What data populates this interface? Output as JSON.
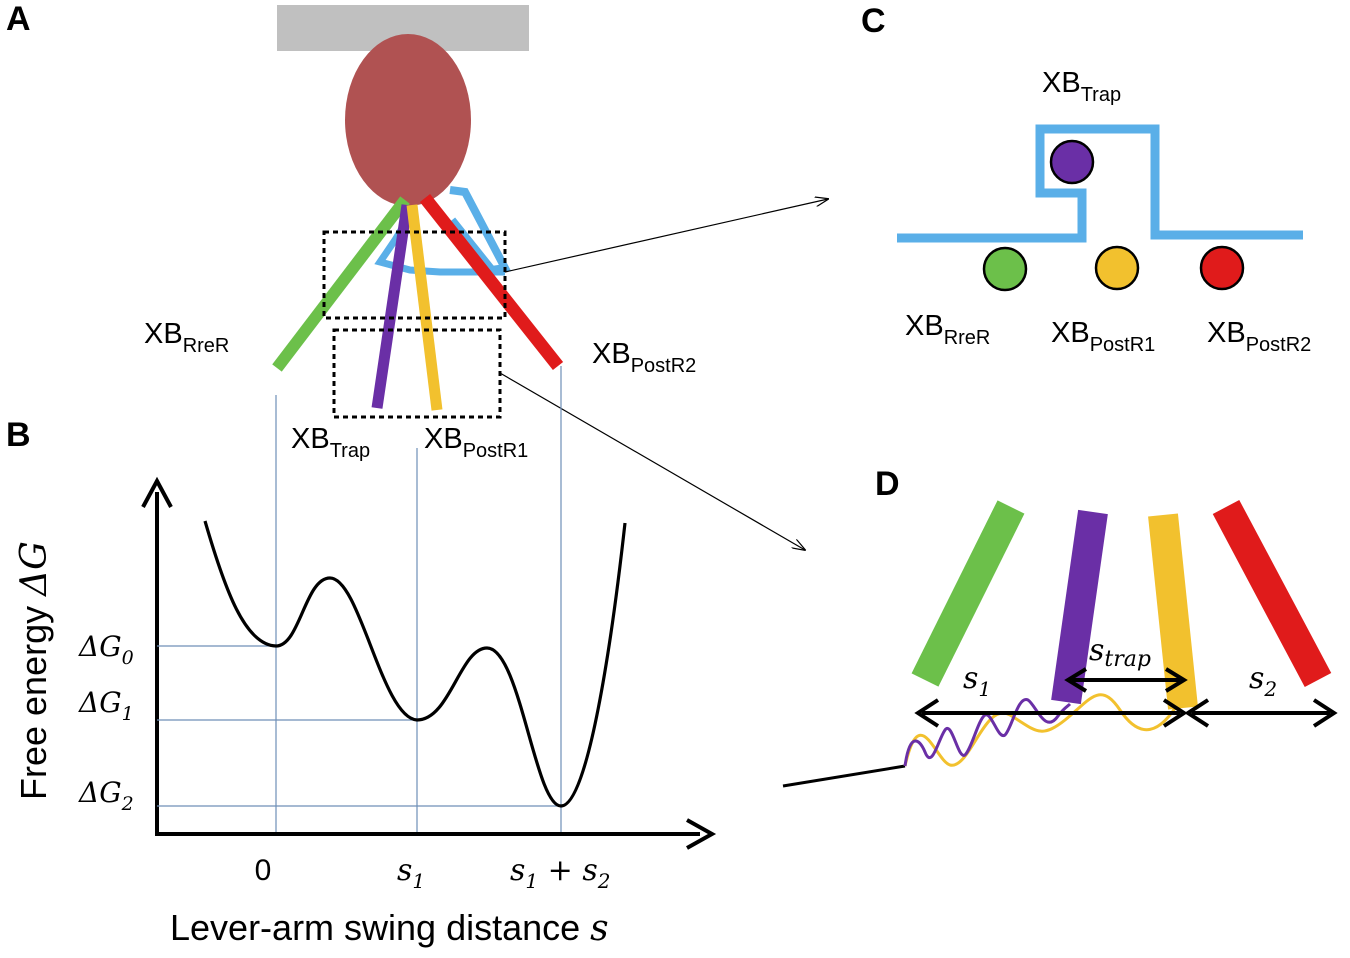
{
  "panels": {
    "a": "A",
    "b": "B",
    "c": "C",
    "d": "D"
  },
  "labels": {
    "xb": "XB",
    "rrer": "RreR",
    "trap": "Trap",
    "postr1": "PostR1",
    "postr2": "PostR2"
  },
  "energy_plot": {
    "ylabel_prefix": "Free energy ",
    "ylabel_symbol": "ΔG",
    "xlabel_prefix": "Lever-arm swing distance ",
    "xlabel_symbol": "s",
    "levels": [
      {
        "base": "ΔG",
        "sub": "0"
      },
      {
        "base": "ΔG",
        "sub": "1"
      },
      {
        "base": "ΔG",
        "sub": "2"
      }
    ],
    "ticks": {
      "zero": "0",
      "s1_base": "s",
      "s1_sub": "1",
      "s_sum": {
        "a": "s",
        "a_sub": "1",
        "op": " + ",
        "b": "s",
        "b_sub": "2"
      }
    }
  },
  "panel_d": {
    "s1": {
      "base": "s",
      "sub": "1"
    },
    "strap": {
      "base": "s",
      "sub": "trap"
    },
    "s2": {
      "base": "s",
      "sub": "2"
    }
  },
  "colors": {
    "head": "#b05252",
    "surface": "#c0c0c0",
    "rrer": "#6cc04a",
    "trap": "#6a2fa6",
    "postr1": "#f2c12e",
    "postr2": "#e01b1b",
    "linker": "#5aafe8",
    "guide": "#6f8fb8"
  }
}
